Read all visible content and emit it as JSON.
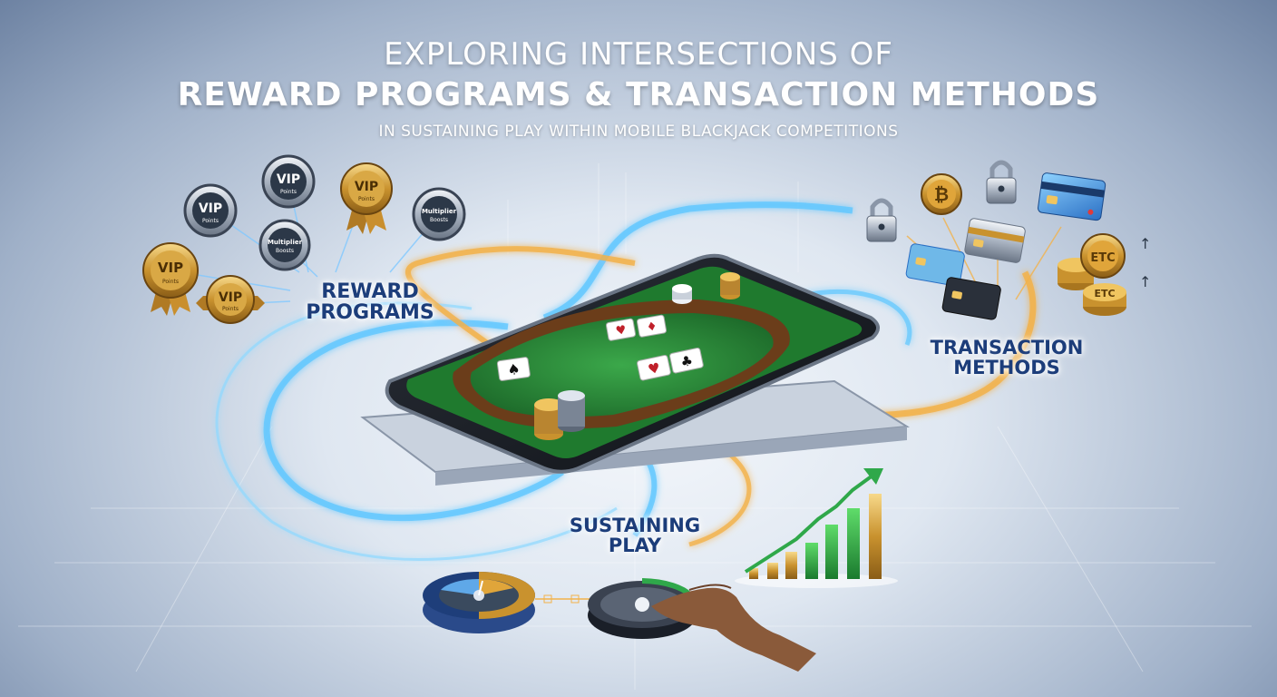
{
  "title": {
    "line1": "EXPLORING INTERSECTIONS OF",
    "line2": "REWARD PROGRAMS & TRANSACTION METHODS",
    "line3": "IN SUSTAINING PLAY WITHIN MOBILE BLACKJACK COMPETITIONS"
  },
  "labels": {
    "reward_line1": "REWARD",
    "reward_line2": "PROGRAMS",
    "transaction_line1": "TRANSACTION",
    "transaction_line2": "METHODS",
    "sustain_line1": "SUSTAINING",
    "sustain_line2": "PLAY"
  },
  "badges": {
    "vip_word": "VIP",
    "points_word": "Points",
    "multiplier_line1": "Multiplier",
    "multiplier_line2": "Boosts"
  },
  "coins": {
    "etc": "ETC",
    "bitcoin_symbol": "₿",
    "arrow_up": "↑"
  },
  "colors": {
    "flow_blue": "#5fc7ff",
    "flow_gold": "#f2b24a",
    "table_green": "#2d8a3a",
    "gold": "#c9922e",
    "growth_green": "#2fa84a"
  }
}
